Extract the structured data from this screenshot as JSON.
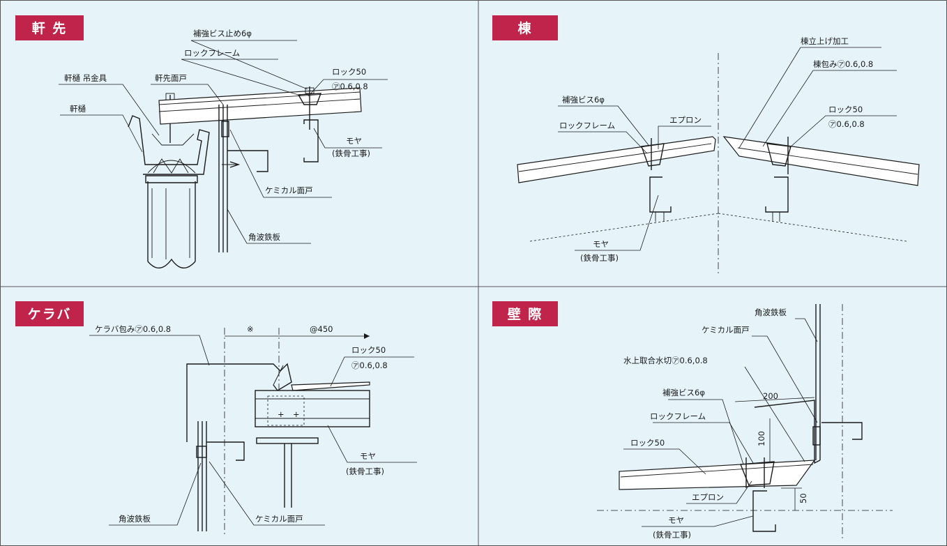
{
  "colors": {
    "panel_bg": "#e6f4fa",
    "title_bg": "#c0244b",
    "border": "#555555"
  },
  "panels": {
    "nokisaki": {
      "title": "軒 先",
      "labels": {
        "l1": "補強ビス止め6φ",
        "l2": "ロックフレーム",
        "l3": "ロック50",
        "l4": "㋐0.6,0.8",
        "l5": "軒樋 吊金具",
        "l6": "軒先面戸",
        "l7": "軒樋",
        "l8": "モヤ",
        "l9": "(鉄骨工事)",
        "l10": "ケミカル面戸",
        "l11": "角波鉄板"
      }
    },
    "mune": {
      "title": "棟",
      "labels": {
        "l1": "棟立上げ加工",
        "l2": "棟包み㋐0.6,0.8",
        "l3": "補強ビス6φ",
        "l4": "ロック50",
        "l5": "エプロン",
        "l6": "ロックフレーム",
        "l7": "㋐0.6,0.8",
        "l8": "モヤ",
        "l9": "(鉄骨工事)"
      }
    },
    "keraba": {
      "title": "ケラバ",
      "labels": {
        "l1": "ケラバ包み㋐0.6,0.8",
        "l2": "※",
        "l3": "@450",
        "l4": "ロック50",
        "l5": "㋐0.6,0.8",
        "l6": "モヤ",
        "l7": "(鉄骨工事)",
        "l8": "角波鉄板",
        "l9": "ケミカル面戸"
      }
    },
    "kabegiwa": {
      "title": "壁 際",
      "labels": {
        "l1": "角波鉄板",
        "l2": "ケミカル面戸",
        "l3": "水上取合水切㋐0.6,0.8",
        "l4": "補強ビス6φ",
        "l5": "200",
        "l6": "ロックフレーム",
        "l7": "100",
        "l8": "ロック50",
        "l9": "エプロン",
        "l10": "50",
        "l11": "モヤ",
        "l12": "(鉄骨工事)"
      }
    }
  }
}
